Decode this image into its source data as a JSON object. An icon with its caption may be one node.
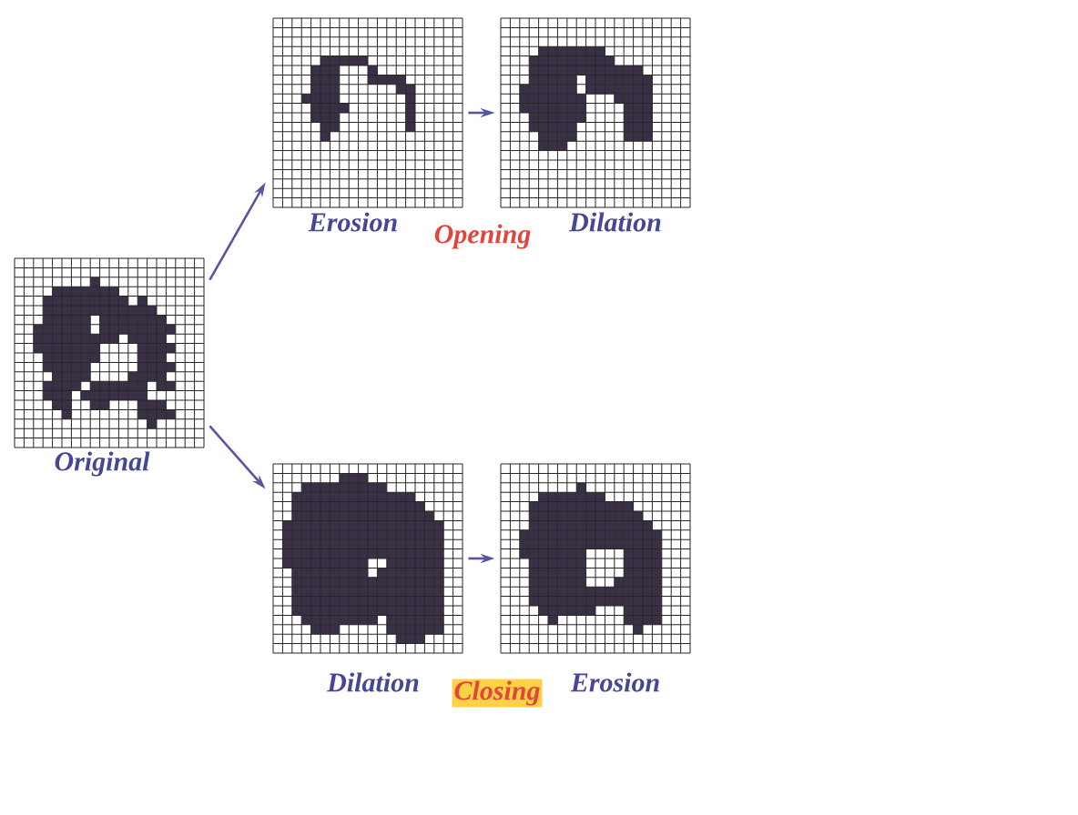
{
  "diagram": {
    "nodes": [
      {
        "text": [],
        "shape": "picture",
        "beside": [
          "Original"
        ]
      },
      {
        "text": [],
        "shape": "picture",
        "beside": [
          "Erosion"
        ]
      },
      {
        "text": [],
        "shape": "picture",
        "beside": [
          "Dilation"
        ]
      },
      {
        "text": [],
        "shape": "picture",
        "beside": [
          "Dilation"
        ]
      },
      {
        "text": [],
        "shape": "picture",
        "beside": [
          "Erosion"
        ]
      }
    ],
    "edges": [
      {
        "from": 0,
        "to": 1,
        "arrow": "to"
      },
      {
        "from": 1,
        "to": 2,
        "arrow": "to"
      },
      {
        "from": 0,
        "to": 3,
        "arrow": "to"
      },
      {
        "from": 3,
        "to": 4,
        "arrow": "to"
      }
    ],
    "labels": [
      "Opening",
      "Closing"
    ]
  }
}
